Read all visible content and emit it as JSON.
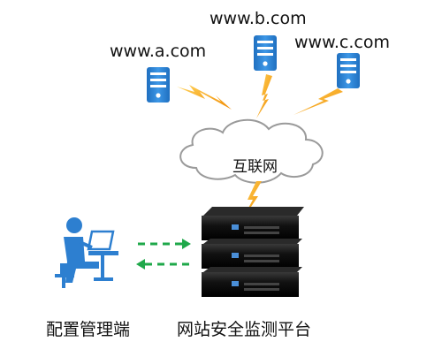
{
  "sites": [
    {
      "label": "www.a.com"
    },
    {
      "label": "www.b.com"
    },
    {
      "label": "www.c.com"
    }
  ],
  "cloud": {
    "label": "互联网"
  },
  "admin": {
    "label": "配置管理端"
  },
  "platform": {
    "label": "网站安全监测平台"
  },
  "colors": {
    "server_blue": "#2f86d8",
    "lightning": "#f5a623",
    "cloud_stroke": "#9a9a9a",
    "arrow_green": "#1fa84a",
    "person_blue": "#2d7fd0",
    "rack_dark": "#1a1a1a"
  },
  "icons": {
    "site_server": "server-icon",
    "link": "lightning-icon",
    "network": "cloud-icon",
    "admin": "admin-workstation-icon",
    "platform": "server-rack-icon"
  }
}
